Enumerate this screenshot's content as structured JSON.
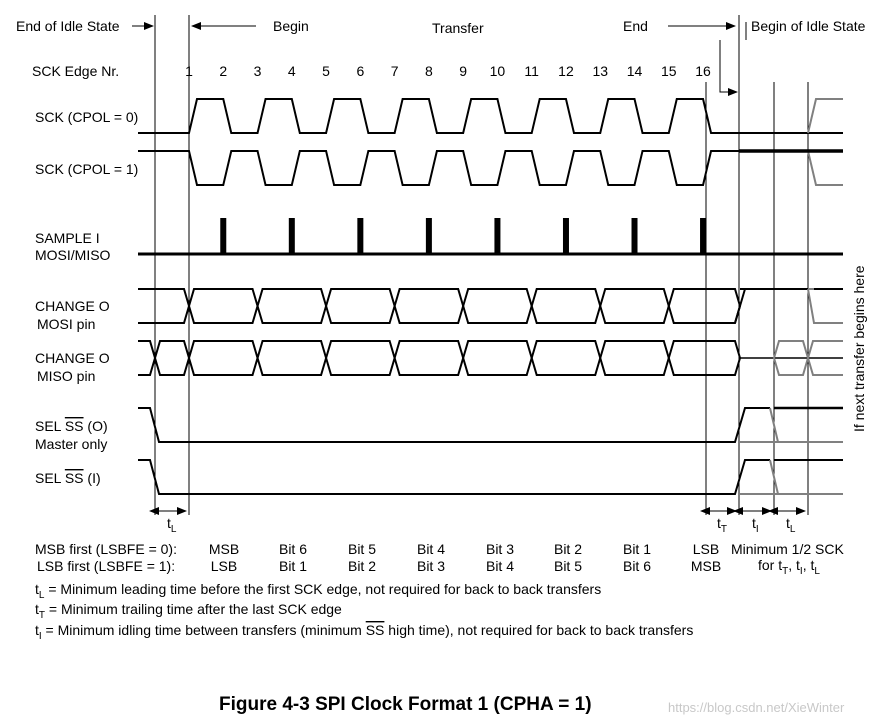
{
  "header": {
    "end_idle": "End of Idle State",
    "begin": "Begin",
    "transfer": "Transfer",
    "end": "End",
    "begin_idle": "Begin of Idle State",
    "edge_label": "SCK Edge Nr.",
    "edges": [
      "1",
      "2",
      "3",
      "4",
      "5",
      "6",
      "7",
      "8",
      "9",
      "10",
      "11",
      "12",
      "13",
      "14",
      "15",
      "16"
    ]
  },
  "signals": {
    "sck0": "SCK (CPOL = 0)",
    "sck1": "SCK (CPOL = 1)",
    "sample_1": "SAMPLE I",
    "sample_2": "MOSI/MISO",
    "mosi_1": "CHANGE O",
    "mosi_2": "MOSI pin",
    "miso_1": "CHANGE O",
    "miso_2": "MISO pin",
    "sel_o_pre": "SEL ",
    "sel_o_ss": "SS",
    "sel_o_post": " (O)",
    "sel_o_2": "Master only",
    "sel_i_pre": "SEL ",
    "sel_i_ss": "SS",
    "sel_i_post": " (I)"
  },
  "side_note": "If next transfer begins here",
  "timing": {
    "t": "t",
    "L": "L",
    "T": "T",
    "I": "I"
  },
  "bit_rows": {
    "msb_label": "MSB first (LSBFE = 0):",
    "msb": [
      "MSB",
      "Bit 6",
      "Bit 5",
      "Bit 4",
      "Bit 3",
      "Bit 2",
      "Bit 1",
      "LSB"
    ],
    "lsb_label": "LSB first (LSBFE = 1):",
    "lsb": [
      "LSB",
      "Bit 1",
      "Bit 2",
      "Bit 3",
      "Bit 4",
      "Bit 5",
      "Bit 6",
      "MSB"
    ],
    "min_1": "Minimum 1/2 SCK",
    "min_2": "for t",
    "min_sep": ", t",
    "min_sep2": ", t"
  },
  "legend": [
    {
      "sym": "t",
      "sub": "L",
      "text": " = Minimum leading time before the first SCK edge, not required for back to back transfers"
    },
    {
      "sym": "t",
      "sub": "T",
      "text": " = Minimum trailing time after the last SCK edge"
    },
    {
      "sym": "t",
      "sub": "I",
      "text": " = Minimum idling time between transfers (minimum ",
      "ss": "SS",
      "text2": " high time), not required for back to back transfers"
    }
  ],
  "caption": "Figure 4-3  SPI Clock Format 1 (CPHA = 1)",
  "watermark": "https://blog.csdn.net/XieWinter",
  "colors": {
    "line": "#000000",
    "idle": "#808080"
  }
}
